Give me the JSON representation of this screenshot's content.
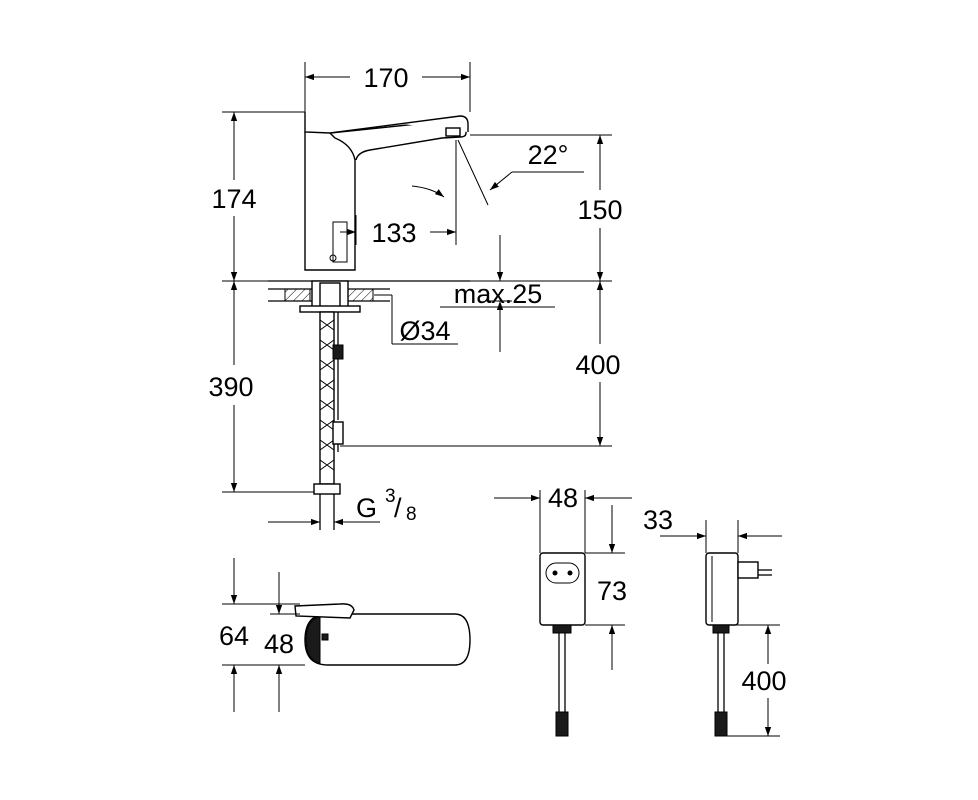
{
  "dimensions": {
    "spout_reach": "170",
    "overall_height": "174",
    "sensor_offset": "133",
    "spray_angle": "22°",
    "outlet_height": "150",
    "max_deck_thickness": "max.25",
    "hole_diameter": "Ø34",
    "hose_length_left": "390",
    "hose_length_right": "400",
    "thread_main": "G",
    "thread_num": "3",
    "thread_den": "8",
    "plan_depth_outer": "64",
    "plan_depth_inner": "48",
    "adapter_width": "48",
    "adapter_height": "73",
    "adapter_depth": "33",
    "adapter_cable": "400"
  }
}
